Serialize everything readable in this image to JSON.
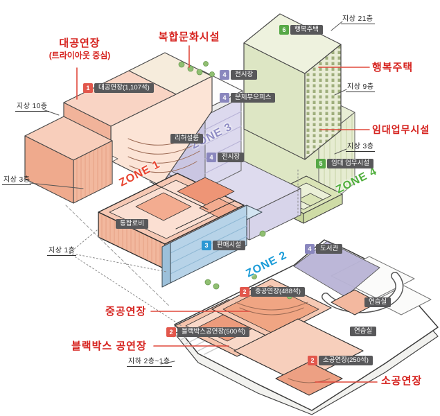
{
  "colors": {
    "callout_red": "#d6231f",
    "leader_red": "#e0493c",
    "zone1": "#e8432e",
    "zone2": "#1b9cd8",
    "zone3": "#8f8cc4",
    "zone4": "#4fae3b",
    "badge_red": "#e2574c",
    "badge_purple": "#8a87be",
    "badge_blue": "#2b97d3",
    "badge_green": "#56a846",
    "tag_gray": "#58585a",
    "building_salmon": "#f6c9b4",
    "building_green": "#dde6c4",
    "building_lavender": "#dcd9ee",
    "building_blue": "#b7d3e8"
  },
  "callouts": [
    {
      "text": "대공연장",
      "sub": "(트라이아웃 중심)"
    },
    {
      "text": "복합문화시설"
    },
    {
      "text": "행복주택"
    },
    {
      "text": "임대업무시설"
    },
    {
      "text": "중공연장"
    },
    {
      "text": "블랙박스 공연장"
    },
    {
      "text": "소공연장"
    }
  ],
  "levels": [
    {
      "text": "지상 10층"
    },
    {
      "text": "지상 3층"
    },
    {
      "text": "지상 1층"
    },
    {
      "text": "지상 21층"
    },
    {
      "text": "지상 9층"
    },
    {
      "text": "지상 3층"
    },
    {
      "text": "지하 2층~1층"
    }
  ],
  "zones": [
    {
      "label": "ZONE 1"
    },
    {
      "label": "ZONE 2"
    },
    {
      "label": "ZONE 3"
    },
    {
      "label": "ZONE 4"
    }
  ],
  "pins": [
    {
      "num": "1",
      "label": "대공연장(1,107석)",
      "color": "#e2574c"
    },
    {
      "num": "4",
      "label": "전시장",
      "color": "#8a87be"
    },
    {
      "num": "4",
      "label": "문체부오피스",
      "color": "#8a87be"
    },
    {
      "num": "6",
      "label": "행복주택",
      "color": "#56a846"
    },
    {
      "num": "4",
      "label": "전시장",
      "color": "#8a87be"
    },
    {
      "num": "5",
      "label": "임대 업무시설",
      "color": "#56a846"
    },
    {
      "num": "3",
      "label": "판매시설",
      "color": "#2b97d3"
    },
    {
      "num": "4",
      "label": "도서관",
      "color": "#8a87be"
    },
    {
      "num": "2",
      "label": "중공연장(488석)",
      "color": "#e2574c"
    },
    {
      "num": "2",
      "label": "블랙박스공연장(500석)",
      "color": "#e2574c"
    },
    {
      "num": "2",
      "label": "소공연장(250석)",
      "color": "#e2574c"
    }
  ],
  "rooms": [
    {
      "text": "리허설룸"
    },
    {
      "text": "통합로비"
    },
    {
      "text": "연습실"
    },
    {
      "text": "연습실"
    }
  ]
}
